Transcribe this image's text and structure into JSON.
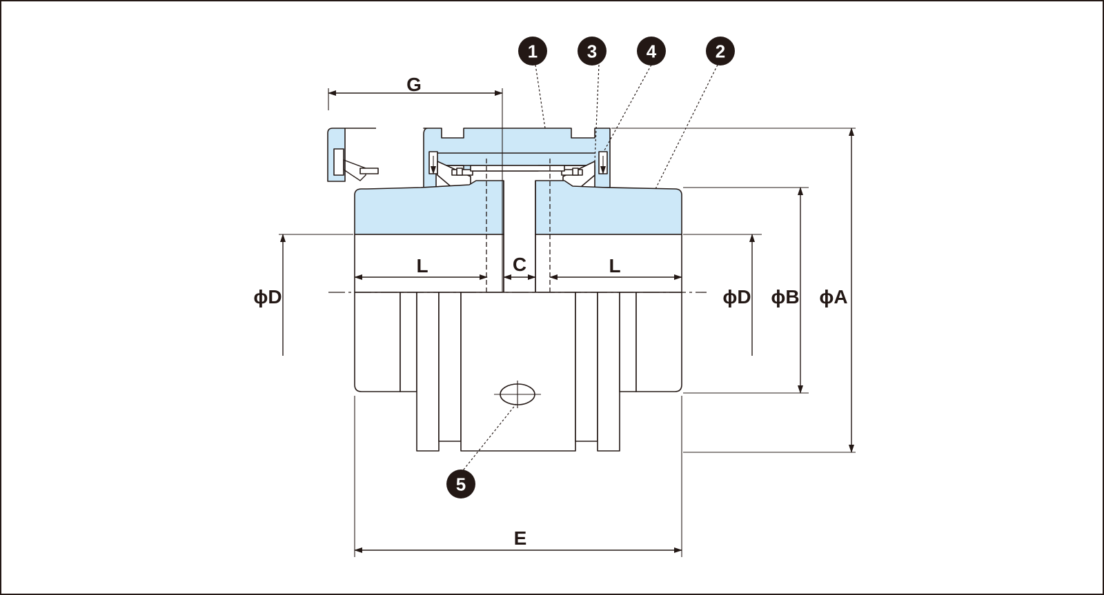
{
  "dimensions": {
    "G": "G",
    "L_left": "L",
    "C": "C",
    "L_right": "L",
    "E": "E",
    "D_left": "ϕD",
    "D_right": "ϕD",
    "B": "ϕB",
    "A": "ϕA"
  },
  "callouts": [
    "1",
    "3",
    "4",
    "2",
    "5"
  ],
  "colors": {
    "part_fill": "#cde8f8",
    "line": "#231815",
    "callout": "#231815"
  }
}
